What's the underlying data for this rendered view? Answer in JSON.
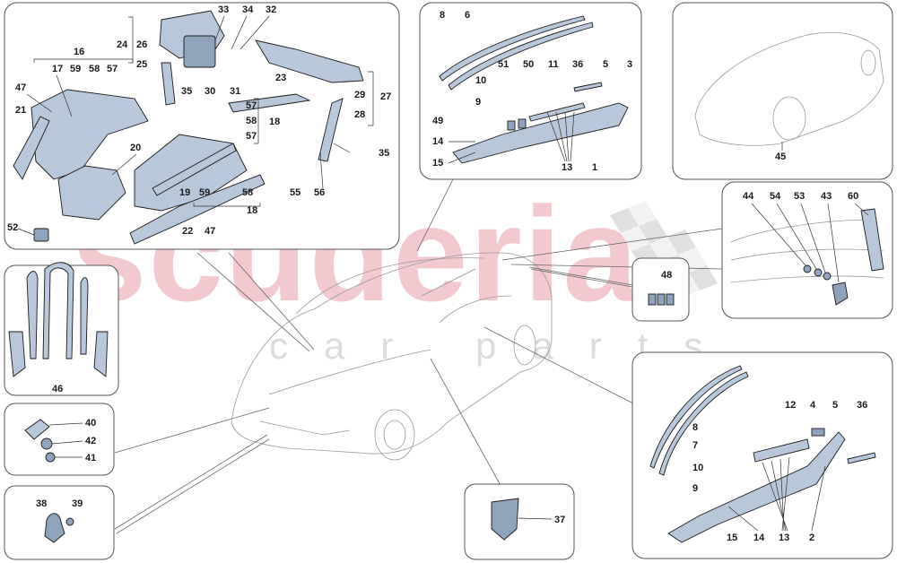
{
  "watermark": {
    "brand": "scuderia",
    "sub": "car parts"
  },
  "colors": {
    "part_fill": "#b8c7da",
    "watermark_red": "#f3c9cf",
    "panel_border": "#555555"
  },
  "callouts": {
    "p_engine_bay": [
      "33",
      "34",
      "32",
      "24",
      "26",
      "16",
      "17",
      "59",
      "58",
      "57",
      "25",
      "35",
      "30",
      "31",
      "23",
      "29",
      "27",
      "28",
      "47",
      "21",
      "20",
      "57",
      "58",
      "18",
      "57",
      "19",
      "59",
      "58",
      "18",
      "22",
      "47",
      "55",
      "56",
      "35",
      "52"
    ],
    "p_sill_top": [
      "8",
      "6",
      "10",
      "9",
      "51",
      "50",
      "11",
      "36",
      "5",
      "3",
      "49",
      "14",
      "15",
      "13",
      "1"
    ],
    "p_car_small": [
      "45"
    ],
    "p_rear": [
      "44",
      "54",
      "53",
      "43",
      "60"
    ],
    "p_48": [
      "48"
    ],
    "p_46": [
      "46"
    ],
    "p_40": [
      "40",
      "42",
      "41"
    ],
    "p_38": [
      "38",
      "39"
    ],
    "p_37": [
      "37"
    ],
    "p_sill_bottom": [
      "12",
      "4",
      "5",
      "36",
      "8",
      "7",
      "10",
      "9",
      "15",
      "14",
      "13",
      "2"
    ]
  }
}
